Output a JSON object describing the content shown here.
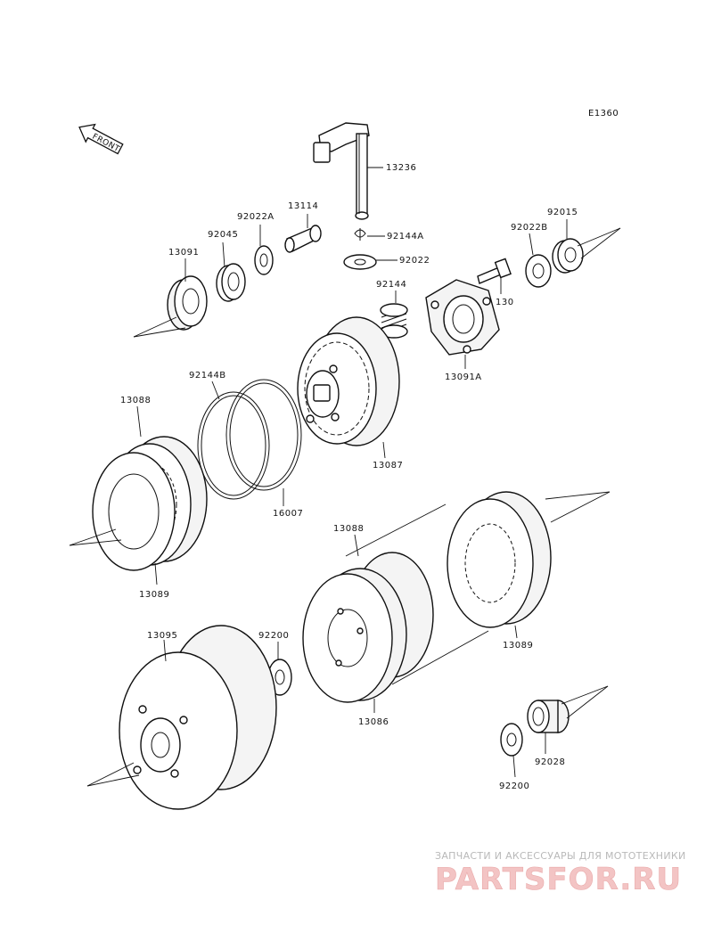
{
  "diagram_code": "E1360",
  "front_arrow_label": "FRONT",
  "labels": {
    "p13236": "13236",
    "p13114": "13114",
    "p92022A": "92022A",
    "p92045": "92045",
    "p13091": "13091",
    "p92144A": "92144A",
    "p92022": "92022",
    "p92022B": "92022B",
    "p92015": "92015",
    "p130": "130",
    "p92144": "92144",
    "p13091A": "13091A",
    "p92144B": "92144B",
    "p13088a": "13088",
    "p13087": "13087",
    "p16007": "16007",
    "p13089a": "13089",
    "p13088b": "13088",
    "p13089b": "13089",
    "p13095": "13095",
    "p92200a": "92200",
    "p13086": "13086",
    "p92200b": "92200",
    "p92028": "92028"
  },
  "watermark": {
    "line1": "ЗАПЧАСТИ И АКСЕССУАРЫ ДЛЯ МОТОТЕХНИКИ",
    "line2": "PARTSFOR.RU"
  }
}
